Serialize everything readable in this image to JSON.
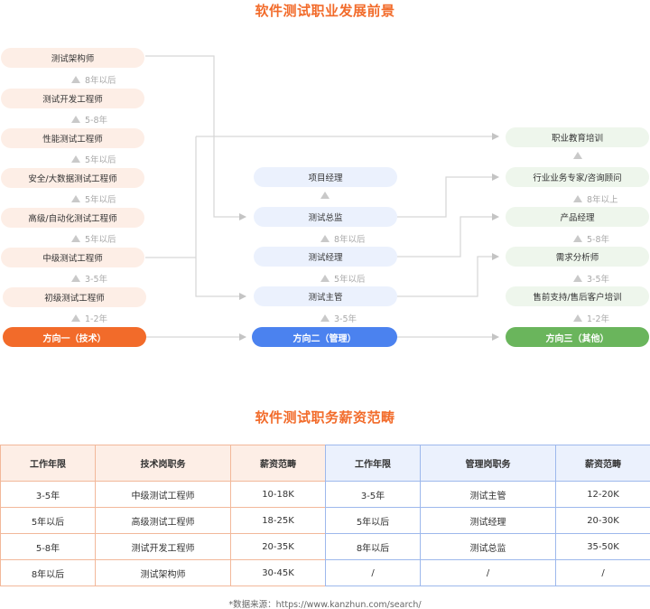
{
  "diagram": {
    "title": "软件测试职业发展前景",
    "colors": {
      "title": "#f26b2a",
      "tech_head": "#f26b2a",
      "tech_pill": "#fdeee6",
      "mgmt_head": "#4b82ef",
      "mgmt_pill": "#ebf1fd",
      "other_head": "#6ab55c",
      "other_pill": "#eef6ec",
      "connector": "#d4d4d4"
    },
    "tech": {
      "head": "方向一（技术）",
      "nodes": [
        "测试架构师",
        "测试开发工程师",
        "性能测试工程师",
        "安全/大数据测试工程师",
        "高级/自动化测试工程师",
        "中级测试工程师",
        "初级测试工程师"
      ],
      "steps": [
        "8年以后",
        "5-8年",
        "5年以后",
        "5年以后",
        "5年以后",
        "3-5年",
        "1-2年"
      ]
    },
    "mgmt": {
      "head": "方向二（管理）",
      "nodes": [
        "项目经理",
        "测试总监",
        "测试经理",
        "测试主管"
      ],
      "steps": [
        "",
        "8年以后",
        "5年以后",
        "3-5年"
      ]
    },
    "other": {
      "head": "方向三（其他）",
      "nodes": [
        "职业教育培训",
        "行业业务专家/咨询顾问",
        "产品经理",
        "需求分析师",
        "售前支持/售后客户培训"
      ],
      "steps": [
        "",
        "8年以上",
        "5-8年",
        "3-5年",
        "1-2年"
      ]
    },
    "connections": [
      {
        "from": "方向一（技术）",
        "to": "方向二（管理）"
      },
      {
        "from": "方向二（管理）",
        "to": "方向三（其他）"
      },
      {
        "from": "测试架构师",
        "to": "测试总监"
      },
      {
        "from": "中级测试工程师",
        "to": "测试主管"
      },
      {
        "from": "中级测试工程师",
        "to": "职业教育培训"
      },
      {
        "from": "测试总监",
        "to": "行业业务专家/咨询顾问"
      },
      {
        "from": "测试经理",
        "to": "产品经理"
      },
      {
        "from": "测试主管",
        "to": "需求分析师"
      }
    ]
  },
  "salary": {
    "title": "软件测试职务薪资范畴",
    "tech_table": {
      "headers": [
        "工作年限",
        "技术岗职务",
        "薪资范畴"
      ],
      "rows": [
        [
          "3-5年",
          "中级测试工程师",
          "10-18K"
        ],
        [
          "5年以后",
          "高级测试工程师",
          "18-25K"
        ],
        [
          "5-8年",
          "测试开发工程师",
          "20-35K"
        ],
        [
          "8年以后",
          "测试架构师",
          "30-45K"
        ]
      ]
    },
    "mgmt_table": {
      "headers": [
        "工作年限",
        "管理岗职务",
        "薪资范畴"
      ],
      "rows": [
        [
          "3-5年",
          "测试主管",
          "12-20K"
        ],
        [
          "5年以后",
          "测试经理",
          "20-30K"
        ],
        [
          "8年以后",
          "测试总监",
          "35-50K"
        ],
        [
          "/",
          "/",
          "/"
        ]
      ]
    },
    "footnote": "*数据来源：https://www.kanzhun.com/search/"
  }
}
